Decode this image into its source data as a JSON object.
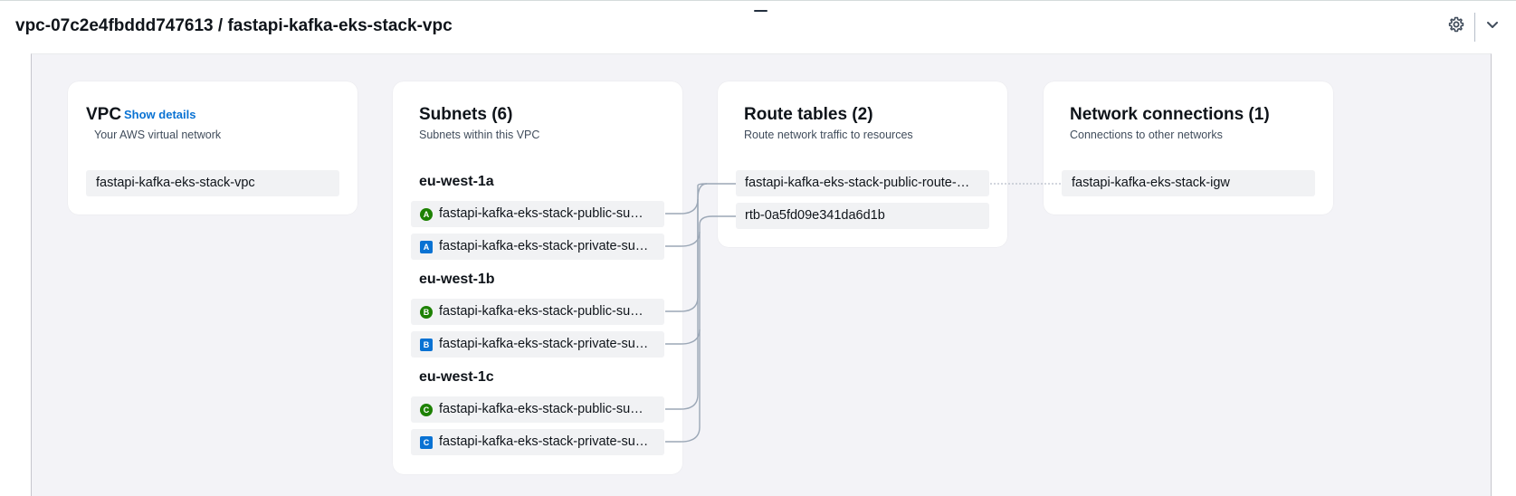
{
  "header": {
    "title": "vpc-07c2e4fbddd747613 / fastapi-kafka-eks-stack-vpc"
  },
  "vpc_panel": {
    "title": "VPC",
    "show_details": "Show details",
    "description": "Your AWS virtual network",
    "item": "fastapi-kafka-eks-stack-vpc"
  },
  "subnets_panel": {
    "title": "Subnets (6)",
    "description": "Subnets within this VPC",
    "groups": [
      {
        "az": "eu-west-1a",
        "subnets": [
          {
            "badge": "A",
            "kind": "public",
            "name": "fastapi-kafka-eks-stack-public-su…"
          },
          {
            "badge": "A",
            "kind": "private",
            "name": "fastapi-kafka-eks-stack-private-su…"
          }
        ]
      },
      {
        "az": "eu-west-1b",
        "subnets": [
          {
            "badge": "B",
            "kind": "public",
            "name": "fastapi-kafka-eks-stack-public-su…"
          },
          {
            "badge": "B",
            "kind": "private",
            "name": "fastapi-kafka-eks-stack-private-su…"
          }
        ]
      },
      {
        "az": "eu-west-1c",
        "subnets": [
          {
            "badge": "C",
            "kind": "public",
            "name": "fastapi-kafka-eks-stack-public-su…"
          },
          {
            "badge": "C",
            "kind": "private",
            "name": "fastapi-kafka-eks-stack-private-su…"
          }
        ]
      }
    ]
  },
  "route_tables_panel": {
    "title": "Route tables (2)",
    "description": "Route network traffic to resources",
    "items": [
      "fastapi-kafka-eks-stack-public-route-…",
      "rtb-0a5fd09e341da6d1b"
    ]
  },
  "network_panel": {
    "title": "Network connections (1)",
    "description": "Connections to other networks",
    "items": [
      "fastapi-kafka-eks-stack-igw"
    ]
  },
  "colors": {
    "public_badge": "#1d8102",
    "private_badge": "#0972d3",
    "link": "#0972d3",
    "connector": "#9ba7b6"
  },
  "icons": [
    "gear-icon",
    "chevron-down-icon"
  ]
}
